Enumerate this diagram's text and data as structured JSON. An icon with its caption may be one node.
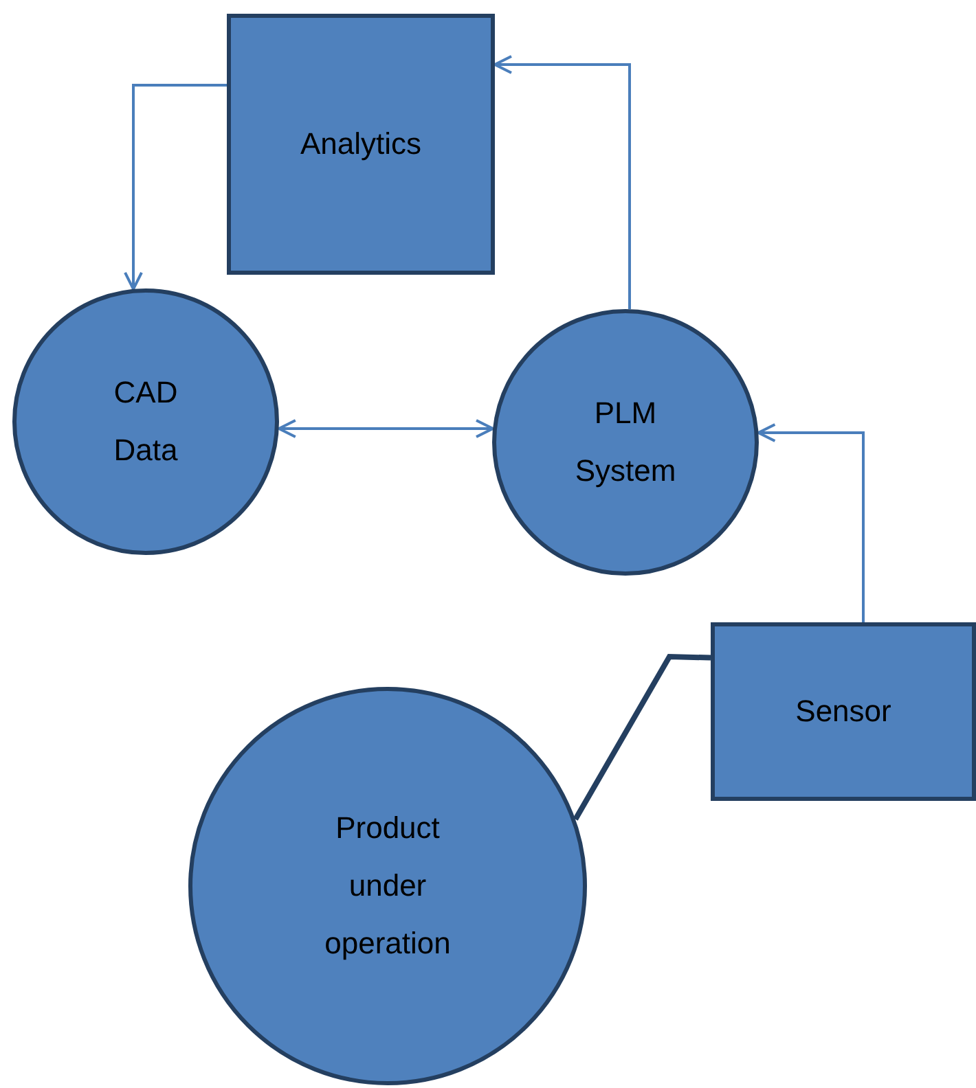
{
  "diagram": {
    "nodes": [
      {
        "text": [
          "Analytics"
        ]
      },
      {
        "text": [
          "CAD Data"
        ]
      },
      {
        "text": [
          "PLM System"
        ]
      },
      {
        "text": [
          "Sensor"
        ]
      },
      {
        "text": [
          "Product under operation"
        ]
      }
    ],
    "edges": [
      {
        "from": 0,
        "to": 1,
        "arrow": "to"
      },
      {
        "from": 1,
        "to": 2,
        "arrow": "both"
      },
      {
        "from": 2,
        "to": 0,
        "arrow": "to"
      },
      {
        "from": 3,
        "to": 2,
        "arrow": "to"
      },
      {
        "from": 3,
        "to": 4,
        "arrow": "none",
        "style": "thick",
        "color": "#243f60"
      }
    ]
  }
}
